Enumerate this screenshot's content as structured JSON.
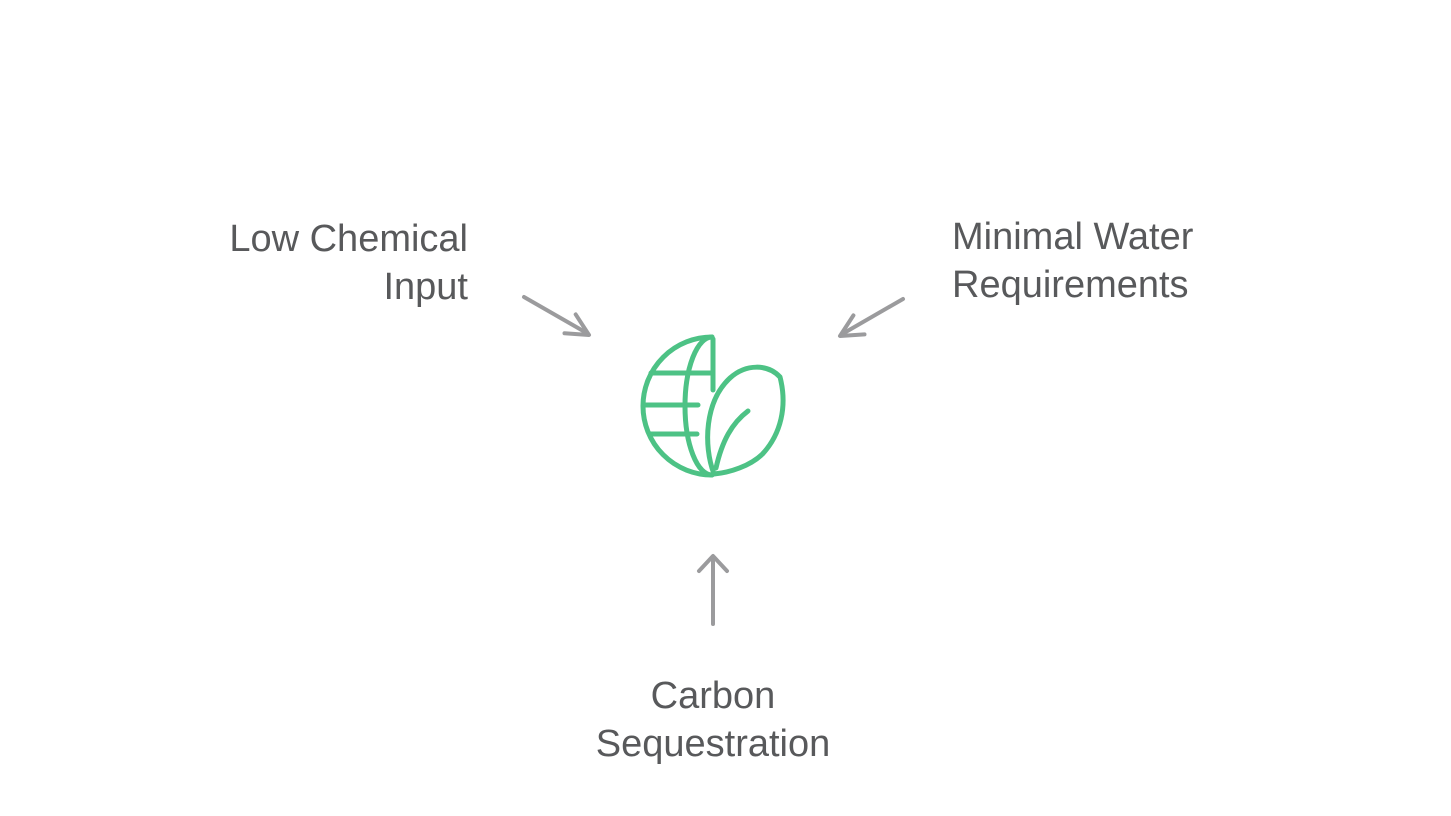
{
  "diagram": {
    "title_hint": "sustainability-benefits-diagram",
    "center_icon": "globe-leaf-icon",
    "labels": {
      "top_left": {
        "line1": "Low Chemical",
        "line2": "Input"
      },
      "top_right": {
        "line1": "Minimal Water",
        "line2": "Requirements"
      },
      "bottom": {
        "line1": "Carbon",
        "line2": "Sequestration"
      }
    },
    "arrows": [
      {
        "name": "arrow-top-left",
        "direction": "down-right",
        "from": "Low Chemical Input",
        "to": "center-icon"
      },
      {
        "name": "arrow-top-right",
        "direction": "down-left",
        "from": "Minimal Water Requirements",
        "to": "center-icon"
      },
      {
        "name": "arrow-bottom",
        "direction": "up",
        "from": "Carbon Sequestration",
        "to": "center-icon"
      }
    ]
  },
  "colors": {
    "background": "#FFFFFF",
    "accent_green": "#4DC285",
    "arrow_gray": "#9B9B9D",
    "text_gray": "#58595B",
    "leaf_fill": "#FFFFFF"
  }
}
